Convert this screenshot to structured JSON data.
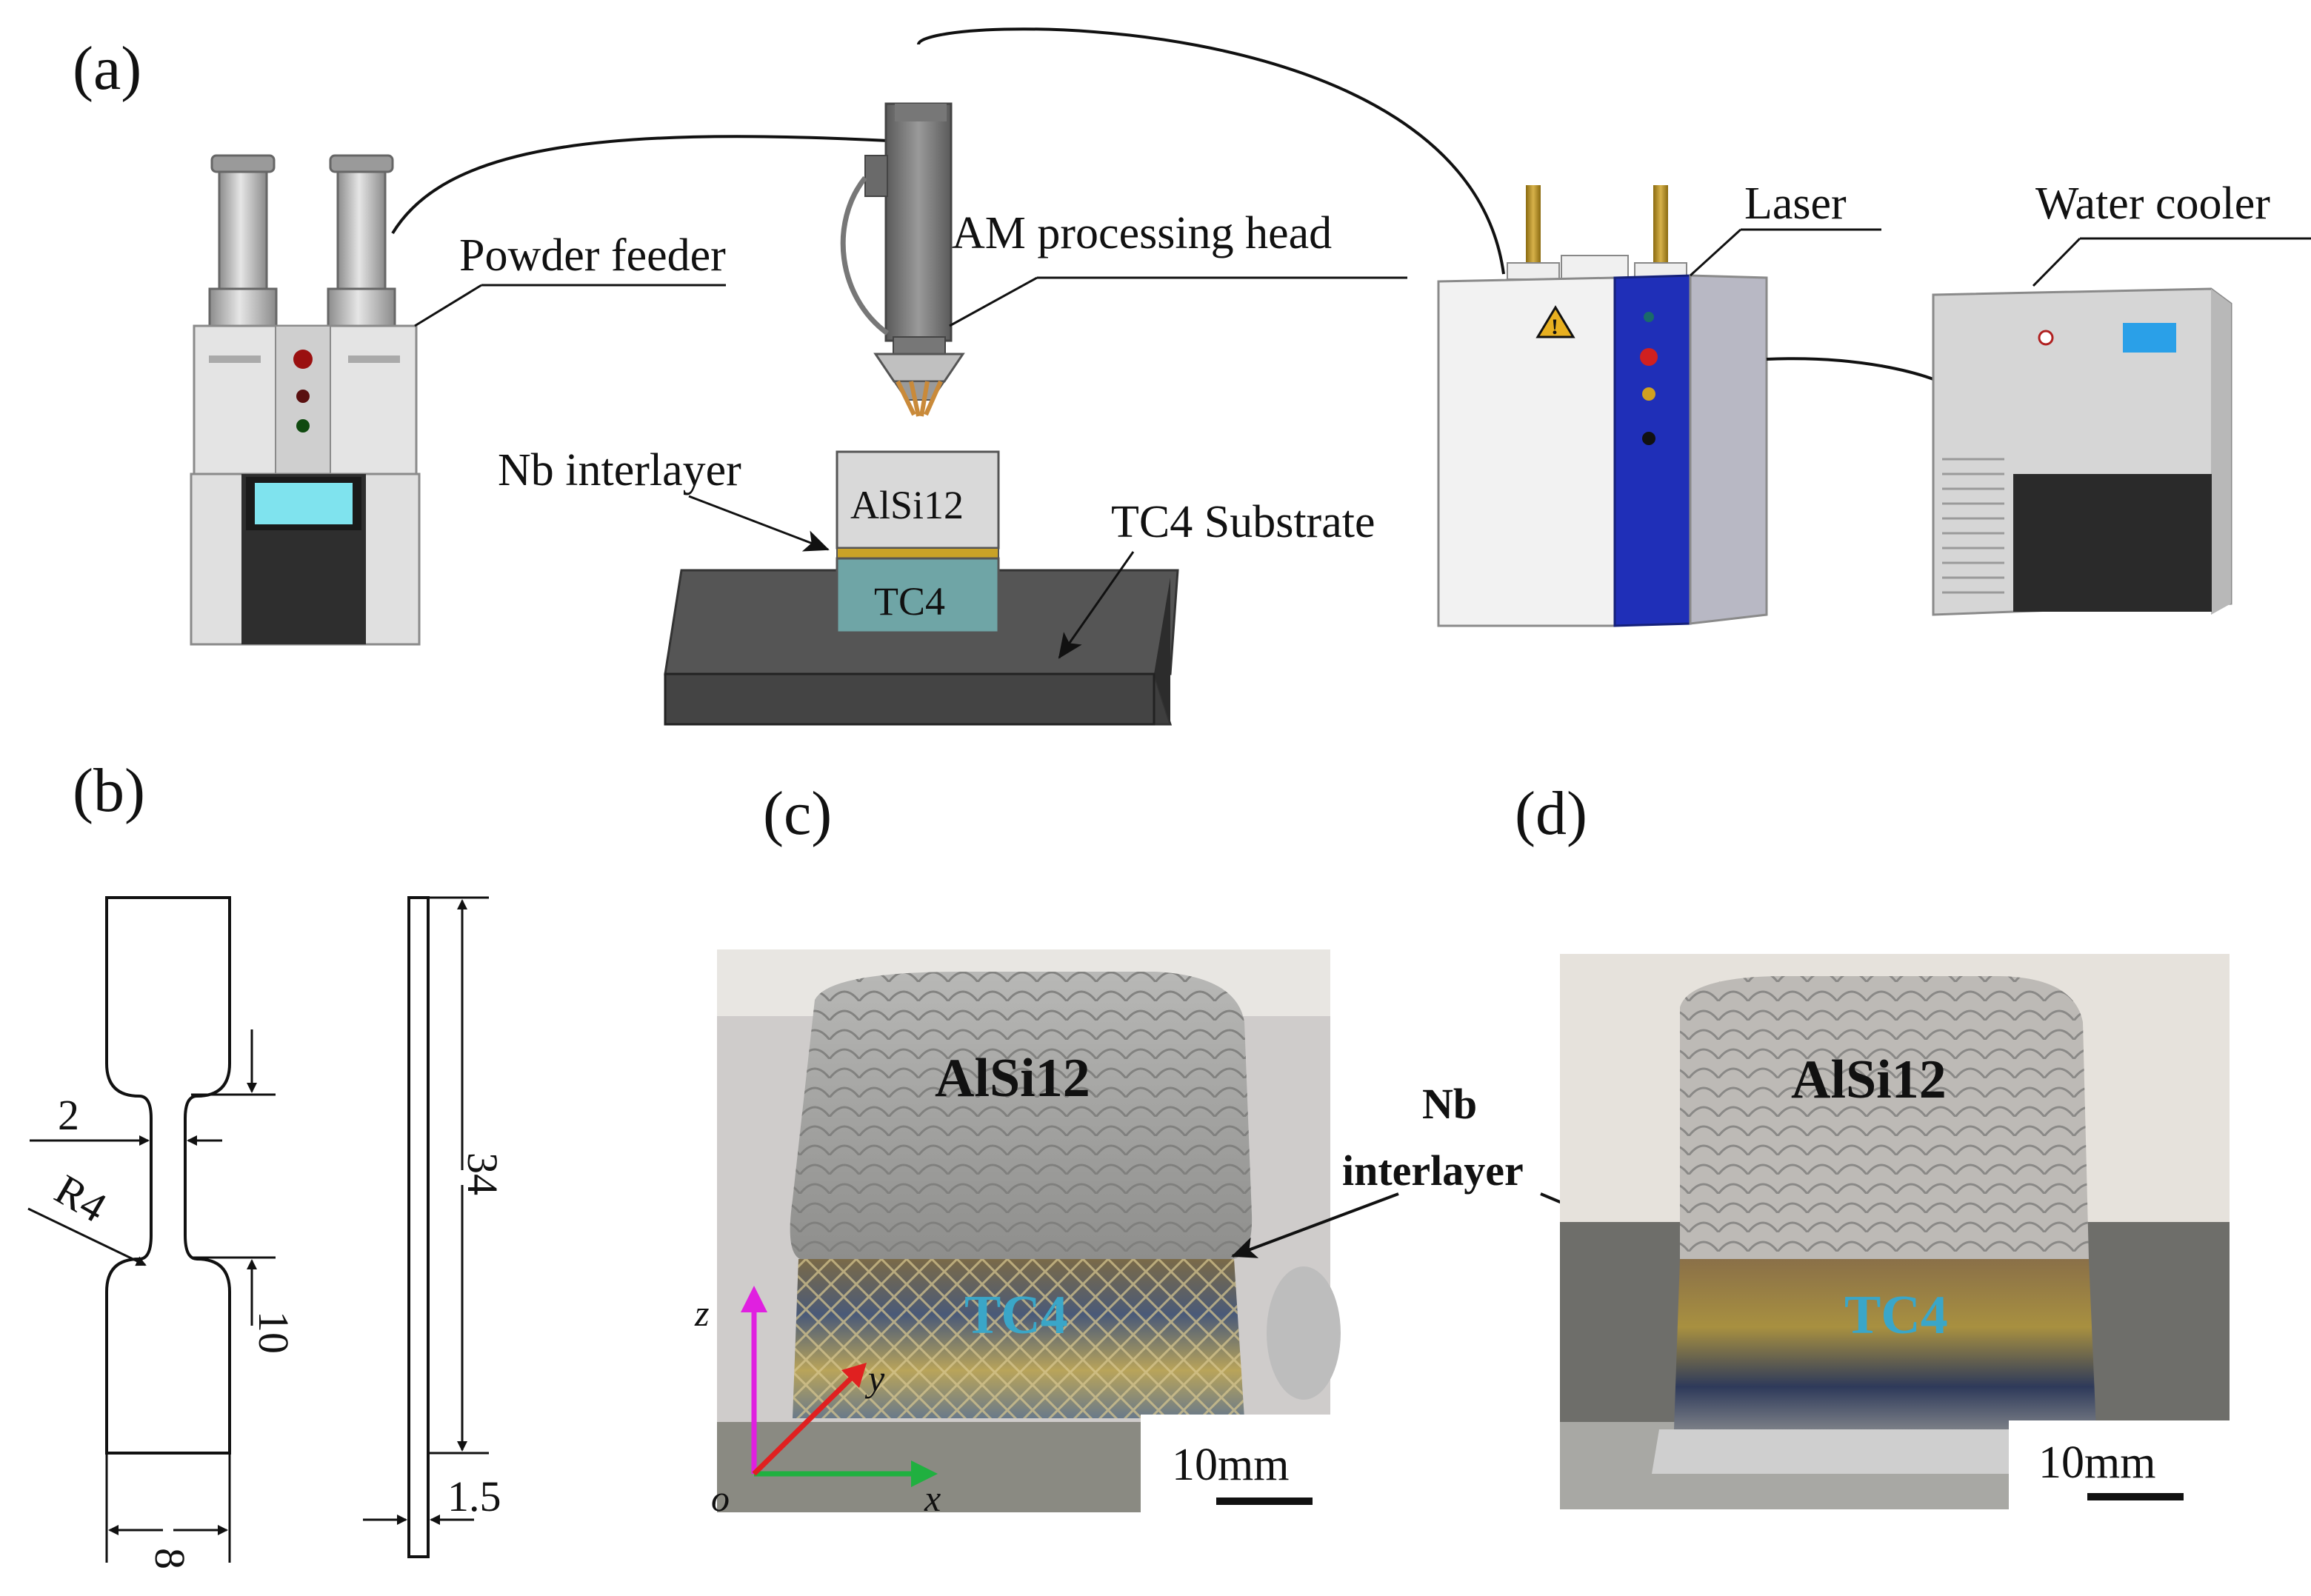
{
  "panels": {
    "a": "(a)",
    "b": "(b)",
    "c": "(c)",
    "d": "(d)"
  },
  "setup": {
    "powder_feeder": "Powder feeder",
    "am_head": "AM processing head",
    "laser": "Laser",
    "water_cooler": "Water cooler",
    "nb_interlayer": "Nb interlayer",
    "alsi12": "AlSi12",
    "tc4": "TC4",
    "substrate": "TC4  Substrate"
  },
  "specimen": {
    "width_gauge": "2",
    "radius": "R4",
    "gauge_length": "10",
    "total_length": "34",
    "thickness": "1.5",
    "grip_width": "8"
  },
  "photo_c": {
    "top": "AlSi12",
    "bottom": "TC4",
    "scale": "10mm",
    "axis_z": "z",
    "axis_y": "y",
    "axis_x": "x",
    "axis_o": "o"
  },
  "photo_d": {
    "top": "AlSi12",
    "bottom": "TC4",
    "scale": "10mm"
  },
  "nb_label": {
    "line1": "Nb",
    "line2": "interlayer"
  },
  "colors": {
    "laser_blue": "#1f2fb8",
    "tc4_teal": "#6fa5a6",
    "nb_gold": "#c9a227",
    "substrate": "#4a4a4a",
    "screen_cyan": "#7fe3ee",
    "axis_magenta": "#e020e0",
    "axis_red": "#e02020",
    "axis_green": "#20b040",
    "tc4_label": "#3aa6c8"
  }
}
